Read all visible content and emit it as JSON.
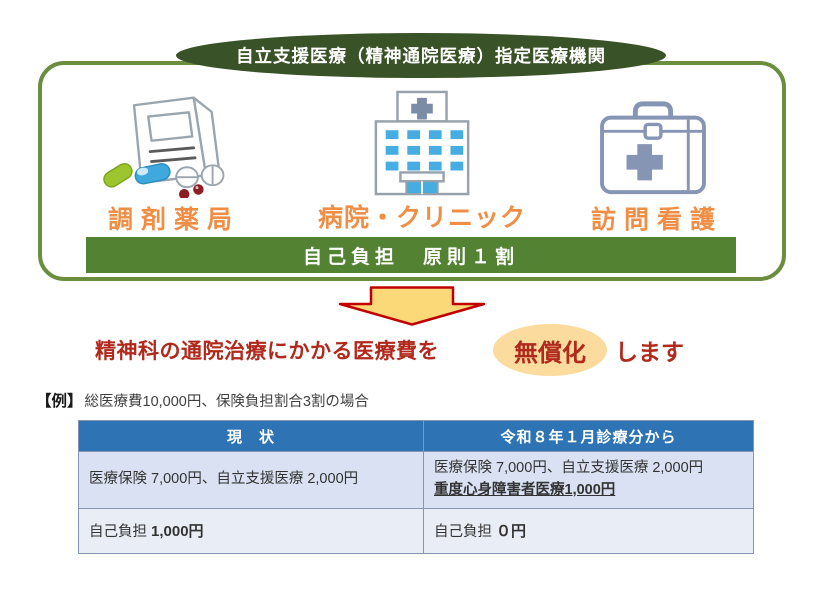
{
  "banner": {
    "title": "自立支援医療（精神通院医療）指定医療機関"
  },
  "facilities": {
    "pharmacy_label": "調剤薬局",
    "hospital_label": "病院・クリニック",
    "nursing_label": "訪問看護"
  },
  "copay_bar": {
    "text": "自己負担　原則１割"
  },
  "statement": {
    "prefix": "精神科の通院治療にかかる医療費を",
    "highlight": "無償化",
    "suffix": "します"
  },
  "example": {
    "label": "【例】",
    "text": "総医療費10,000円、保険負担割合3割の場合"
  },
  "table": {
    "headers": {
      "current": "現　状",
      "future": "令和８年１月診療分から"
    },
    "row_breakdown": {
      "current": "医療保険 7,000円、自立支援医療 2,000円",
      "future_line1": "医療保険 7,000円、自立支援医療 2,000円",
      "future_line2": "重度心身障害者医療1,000円"
    },
    "row_copay": {
      "current_label": "自己負担",
      "current_value": "1,000円",
      "future_label": "自己負担",
      "future_value": "０円"
    }
  },
  "colors": {
    "banner_green": "#3A5227",
    "frame_green": "#6B8E3E",
    "bar_green": "#548233",
    "label_orange": "#EF8E44",
    "arrow_fill": "#FBD878",
    "arrow_border": "#C00000",
    "statement_red": "#B1291C",
    "highlight_oval": "#FCDC9E",
    "table_header_blue": "#2E74B5",
    "table_row1_bg": "#D9E1F2",
    "table_row2_bg": "#E9EDF5"
  }
}
